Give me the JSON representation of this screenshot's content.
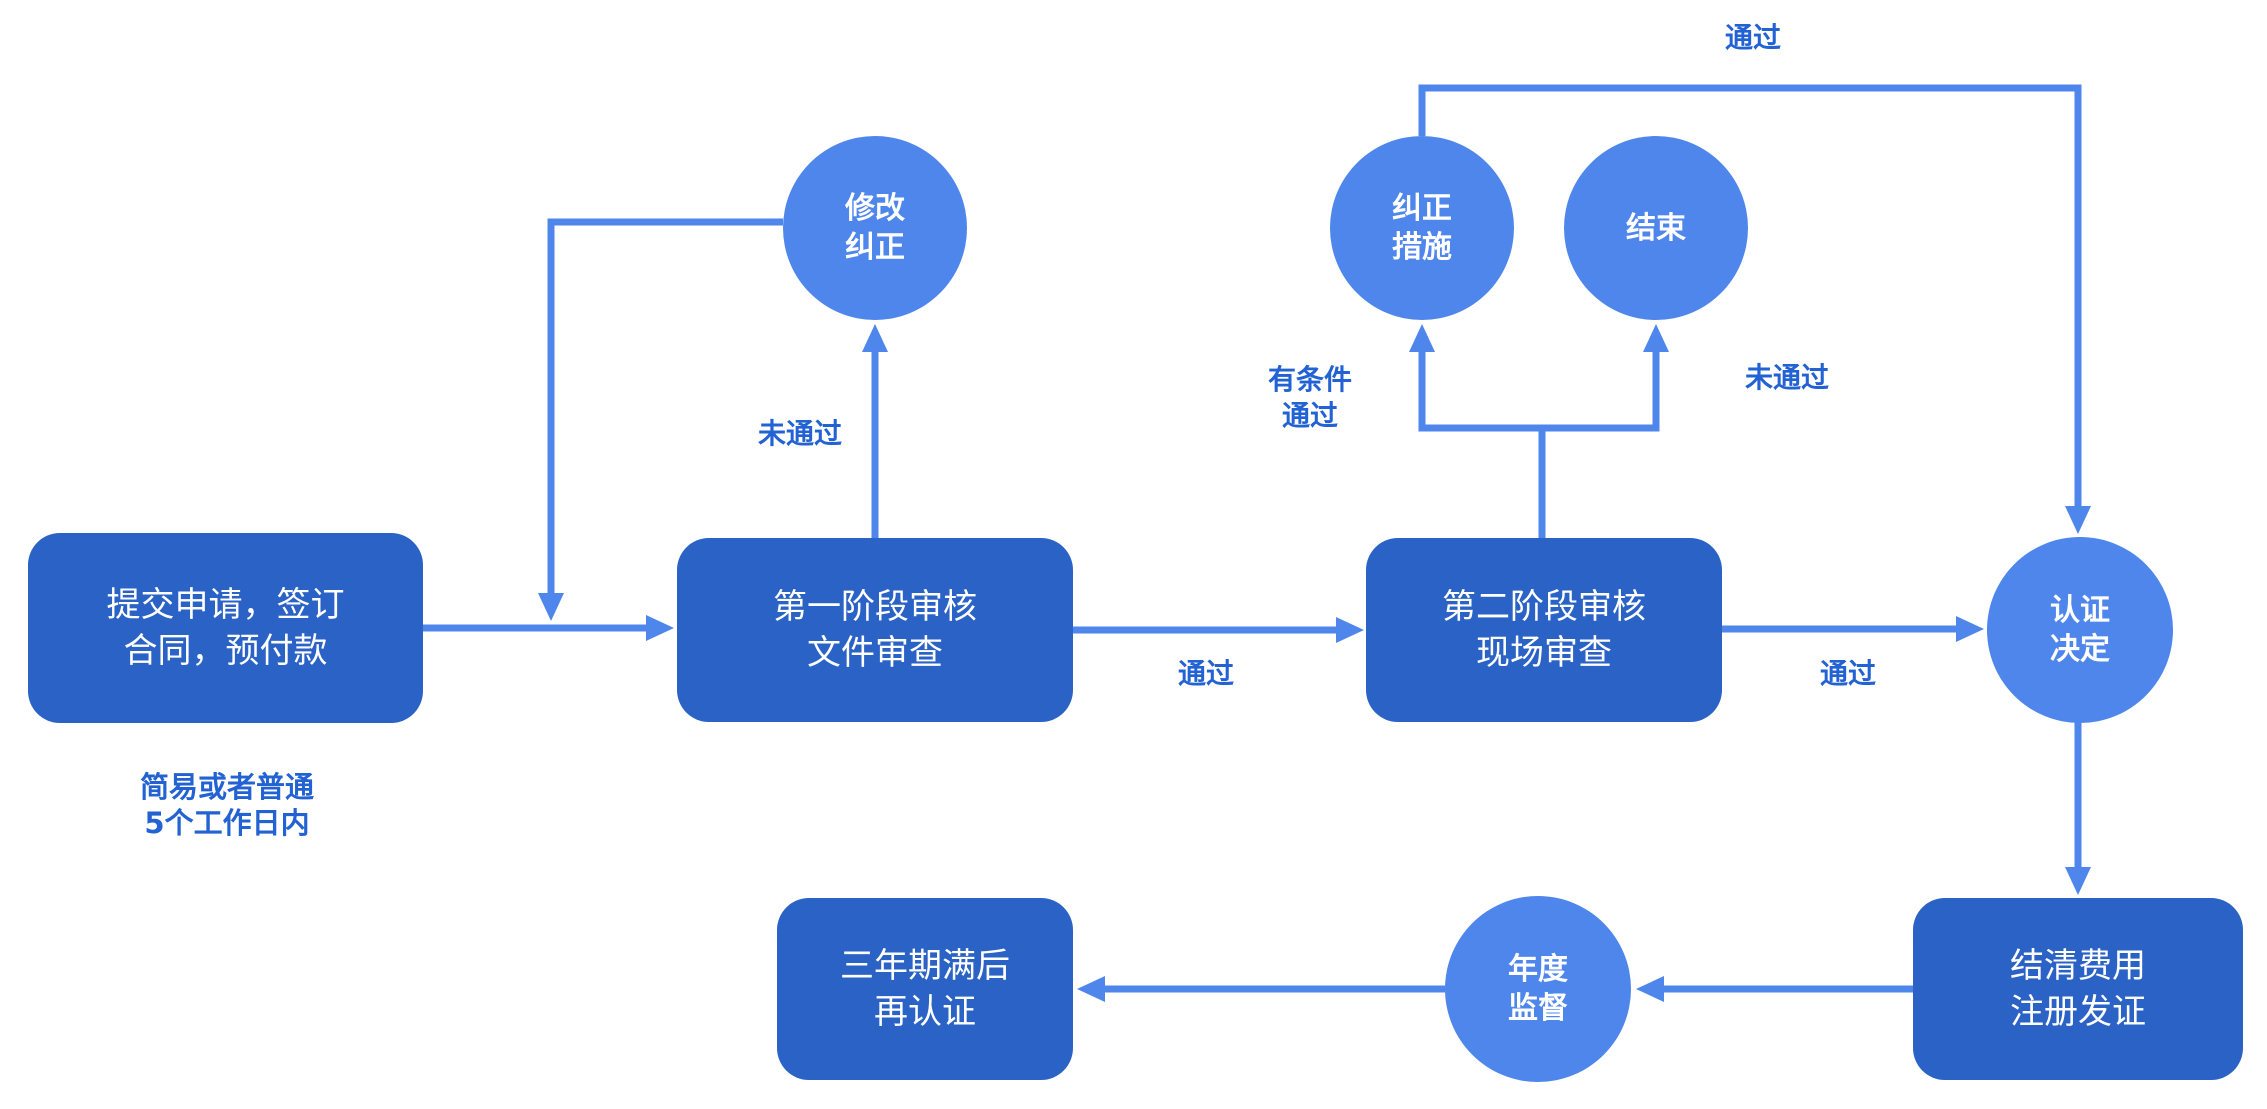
{
  "colors": {
    "box_fill": "#2b62c6",
    "circle_fill": "#4e86ec",
    "connector": "#4e86ec",
    "label_text": "#2262d3",
    "node_text": "#ffffff",
    "background": "#ffffff"
  },
  "nodes": {
    "submit": {
      "label": "提交申请，签订\n合同，预付款"
    },
    "stage1": {
      "label": "第一阶段审核\n文件审查"
    },
    "stage2": {
      "label": "第二阶段审核\n现场审查"
    },
    "revise": {
      "label": "修改\n纠正"
    },
    "corrective": {
      "label": "纠正\n措施"
    },
    "end": {
      "label": "结束"
    },
    "decision": {
      "label": "认证\n决定"
    },
    "settle": {
      "label": "结清费用\n注册发证"
    },
    "annual": {
      "label": "年度\n监督"
    },
    "recert": {
      "label": "三年期满后\n再认证"
    }
  },
  "edge_labels": {
    "pass_top": "通过",
    "fail_stage1": "未通过",
    "pass_stage1": "通过",
    "conditional_pass": "有条件\n通过",
    "fail_stage2": "未通过",
    "pass_stage2": "通过"
  },
  "caption": "简易或者普通\n5个工作日内"
}
